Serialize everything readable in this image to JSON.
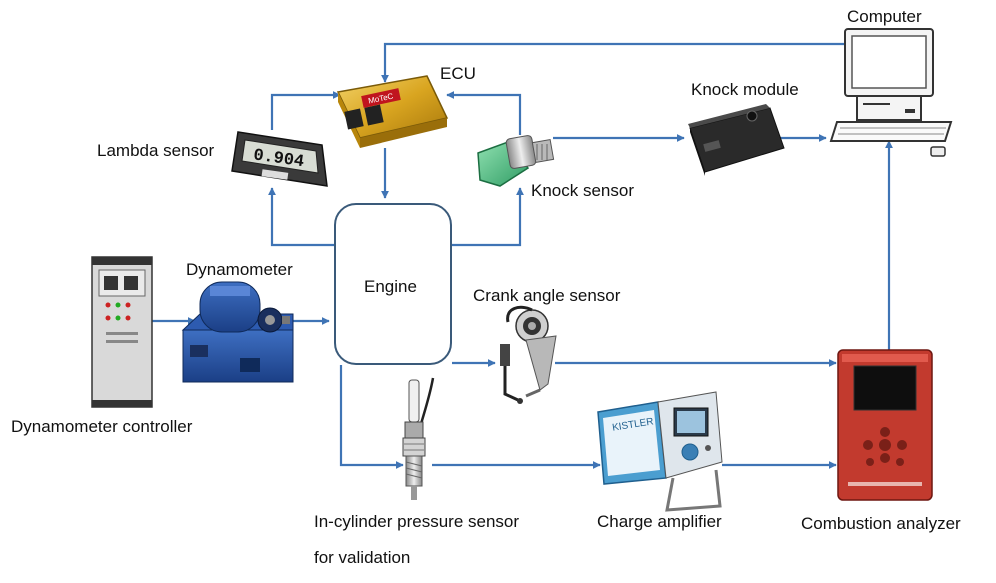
{
  "colors": {
    "connector": "#3f74b5",
    "engine_border": "#3a5a7a"
  },
  "labels": {
    "computer": "Computer",
    "ecu": "ECU",
    "knock_module": "Knock module",
    "lambda_sensor": "Lambda sensor",
    "knock_sensor": "Knock sensor",
    "dynamometer": "Dynamometer",
    "engine": "Engine",
    "crank_angle_sensor": "Crank angle sensor",
    "dynamometer_controller": "Dynamometer controller",
    "in_cylinder_line1": "In-cylinder pressure sensor",
    "in_cylinder_line2": "for validation",
    "charge_amplifier": "Charge amplifier",
    "combustion_analyzer": "Combustion analyzer"
  },
  "device_text": {
    "lambda_display": "0.904",
    "ecu_brand": "MoTeC",
    "kistler_brand": "KISTLER"
  },
  "icons": [
    "computer-icon",
    "ecu-icon",
    "knock-module-icon",
    "lambda-sensor-icon",
    "knock-sensor-icon",
    "dynamometer-icon",
    "dynamometer-controller-icon",
    "crank-angle-sensor-icon",
    "pressure-sensor-icon",
    "charge-amplifier-icon",
    "combustion-analyzer-icon"
  ]
}
